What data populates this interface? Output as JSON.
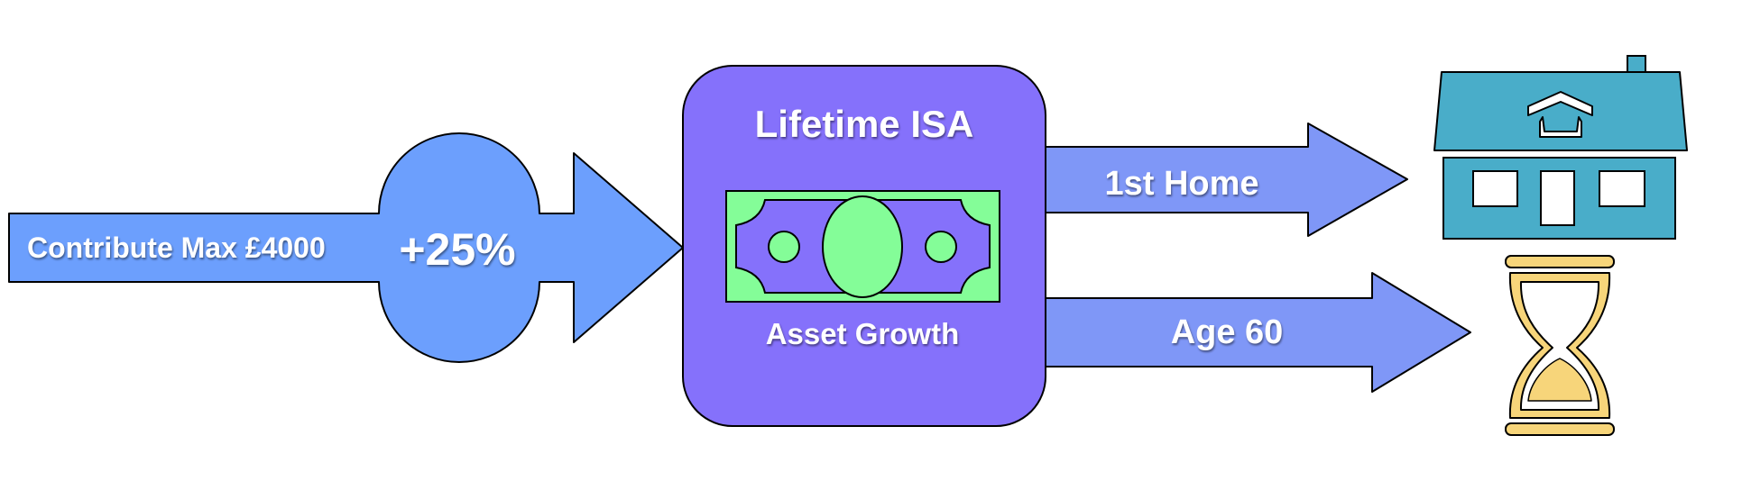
{
  "contribution": {
    "label": "Contribute Max £4000",
    "bonus": "+25%"
  },
  "isa_box": {
    "title": "Lifetime ISA",
    "subtitle": "Asset Growth"
  },
  "outcomes": [
    {
      "label": "1st Home",
      "icon": "house-icon"
    },
    {
      "label": "Age 60",
      "icon": "hourglass-icon"
    }
  ],
  "colors": {
    "input_arrow": "#6c9ffd",
    "isa_box": "#8571fb",
    "outcome_arrow": "#7f97f7",
    "banknote": "#84fd98",
    "house": "#49adc9",
    "hourglass": "#f7d57a"
  }
}
